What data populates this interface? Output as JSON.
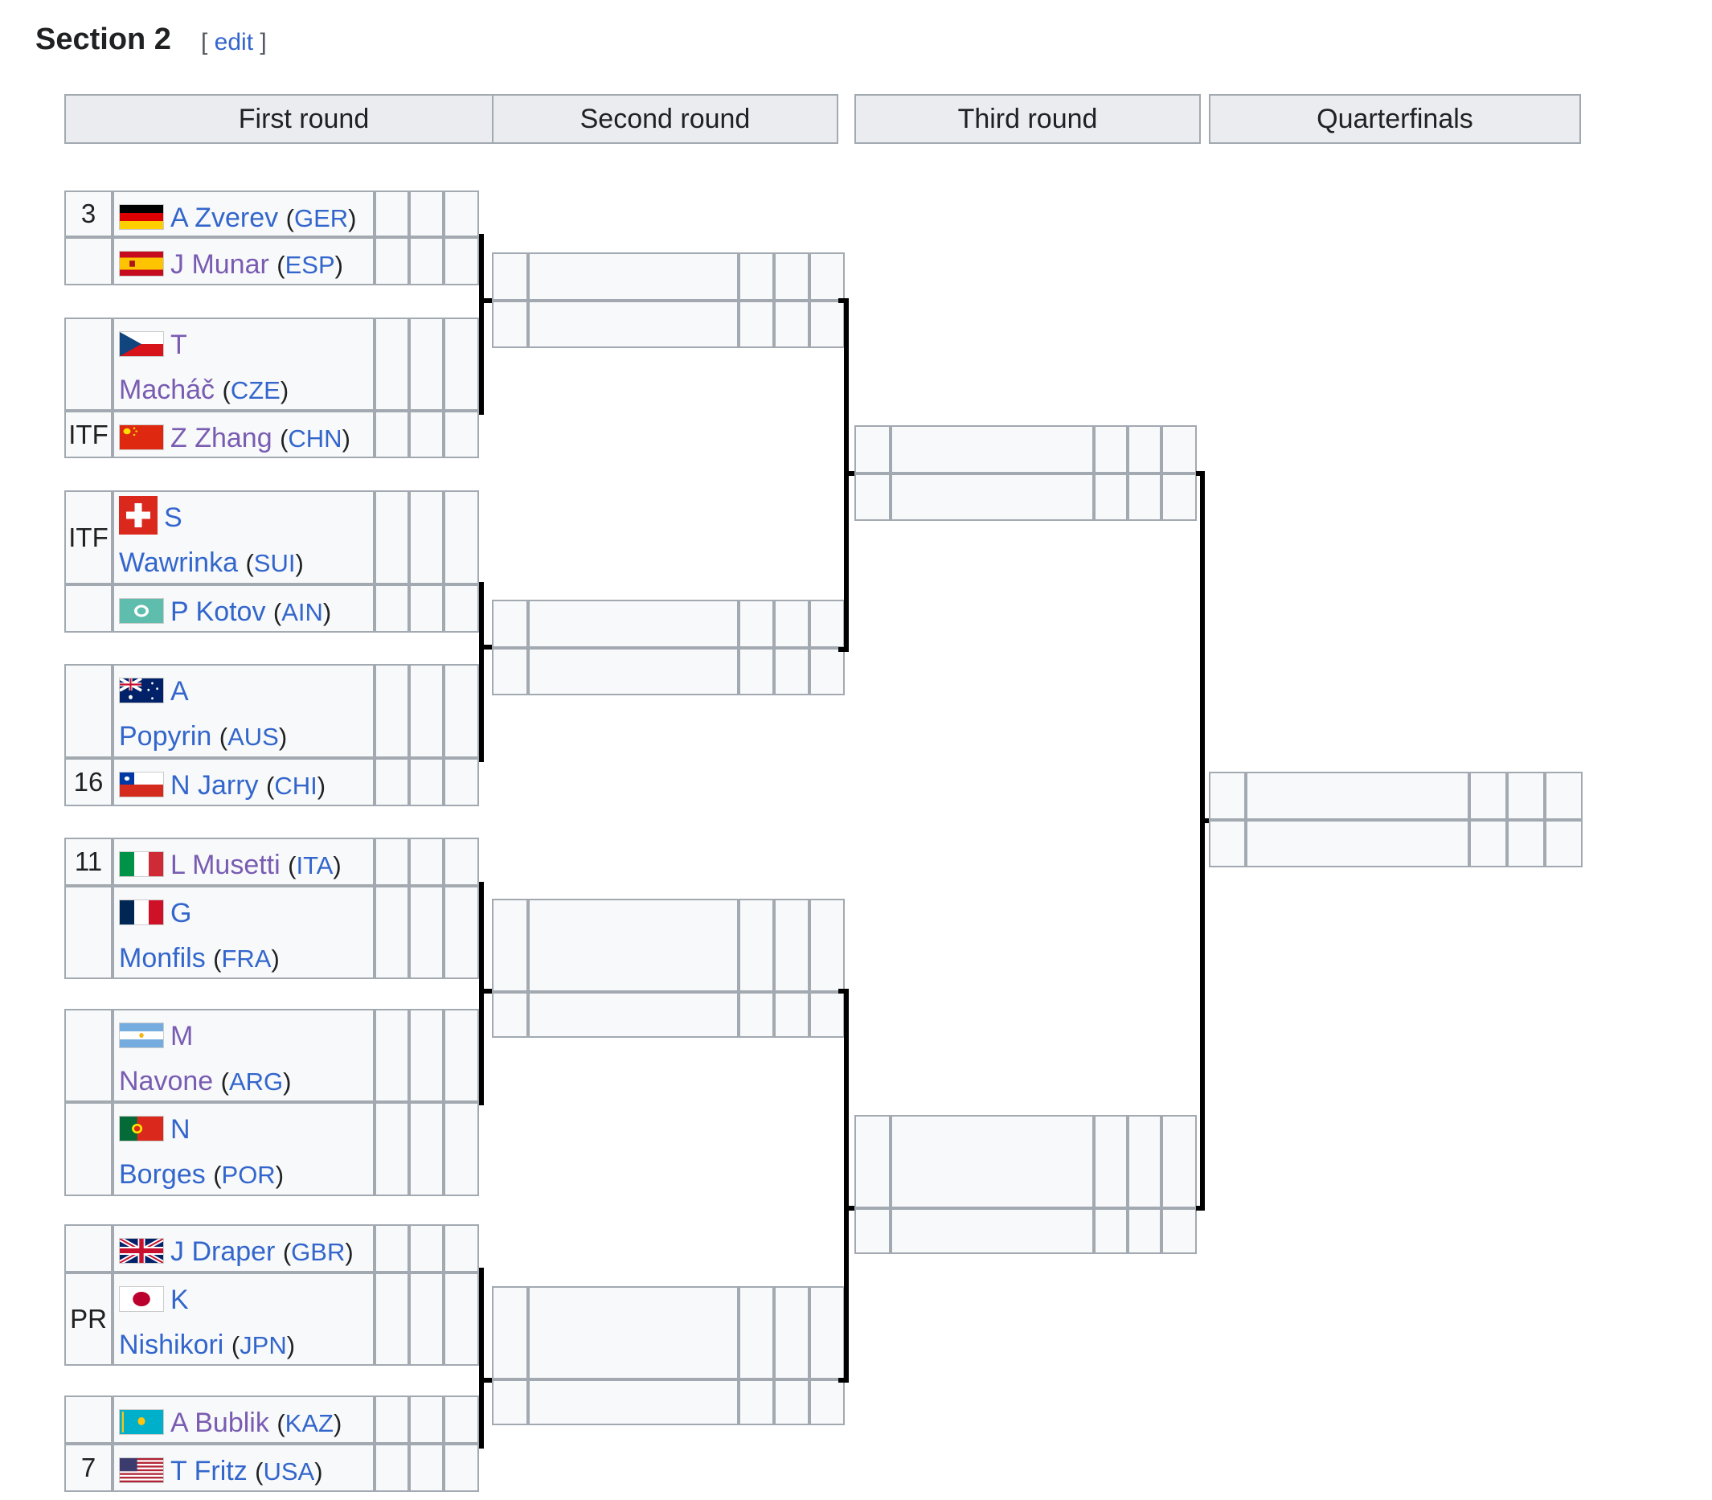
{
  "section": {
    "title": "Section 2",
    "edit_open": "[ ",
    "edit_label": "edit",
    "edit_close": " ]"
  },
  "rounds": [
    "First round",
    "Second round",
    "Third round",
    "Quarterfinals"
  ],
  "players": [
    {
      "seed": "3",
      "first": "A Zverev",
      "last": "",
      "code": "GER",
      "flag": "germany-flag",
      "visited": false
    },
    {
      "seed": "",
      "first": "J Munar",
      "last": "",
      "code": "ESP",
      "flag": "spain-flag",
      "visited": true
    },
    {
      "seed": "",
      "first": "T",
      "last": "Macháč",
      "code": "CZE",
      "flag": "czech-flag",
      "visited": true
    },
    {
      "seed": "ITF",
      "first": "Z Zhang",
      "last": "",
      "code": "CHN",
      "flag": "china-flag",
      "visited": true
    },
    {
      "seed": "ITF",
      "first": "S",
      "last": "Wawrinka",
      "code": "SUI",
      "flag": "switzerland-flag",
      "visited": false
    },
    {
      "seed": "",
      "first": "P Kotov",
      "last": "",
      "code": "AIN",
      "flag": "ain-flag",
      "visited": false
    },
    {
      "seed": "",
      "first": "A",
      "last": "Popyrin",
      "code": "AUS",
      "flag": "australia-flag",
      "visited": false
    },
    {
      "seed": "16",
      "first": "N Jarry",
      "last": "",
      "code": "CHI",
      "flag": "chile-flag",
      "visited": false
    },
    {
      "seed": "11",
      "first": "L Musetti",
      "last": "",
      "code": "ITA",
      "flag": "italy-flag",
      "visited": true
    },
    {
      "seed": "",
      "first": "G",
      "last": "Monfils",
      "code": "FRA",
      "flag": "france-flag",
      "visited": false
    },
    {
      "seed": "",
      "first": "M",
      "last": "Navone",
      "code": "ARG",
      "flag": "argentina-flag",
      "visited": true
    },
    {
      "seed": "",
      "first": "N",
      "last": "Borges",
      "code": "POR",
      "flag": "portugal-flag",
      "visited": false
    },
    {
      "seed": "",
      "first": "J Draper",
      "last": "",
      "code": "GBR",
      "flag": "uk-flag",
      "visited": false
    },
    {
      "seed": "PR",
      "first": "K",
      "last": "Nishikori",
      "code": "JPN",
      "flag": "japan-flag",
      "visited": false
    },
    {
      "seed": "",
      "first": "A Bublik",
      "last": "",
      "code": "KAZ",
      "flag": "kazakhstan-flag",
      "visited": true
    },
    {
      "seed": "7",
      "first": "T Fritz",
      "last": "",
      "code": "USA",
      "flag": "usa-flag",
      "visited": false
    }
  ],
  "colors": {
    "link": "#3366cc",
    "visited_link": "#795cb2",
    "cell_bg": "#f8f9fa",
    "header_bg": "#eaecf0",
    "border": "#a2a9b1"
  }
}
